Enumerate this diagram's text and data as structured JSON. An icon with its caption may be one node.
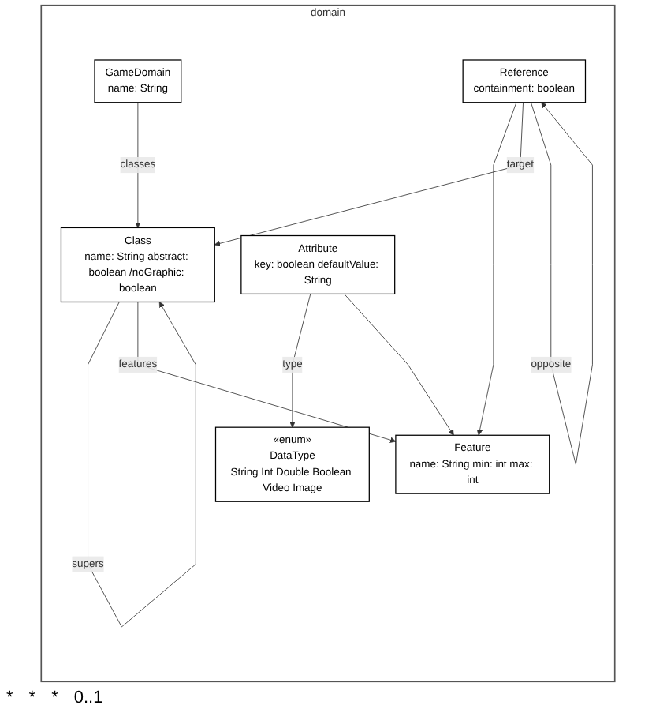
{
  "diagram": {
    "nodes": [
      {
        "text": [
          "domain"
        ]
      },
      {
        "text": [
          "GameDomain",
          "name: String"
        ],
        "in": 0
      },
      {
        "text": [
          "Class",
          "name: String abstract: boolean /noGraphic: boolean"
        ],
        "in": 0
      },
      {
        "text": [
          "«enum»",
          "DataType",
          "String Int Double Boolean Video Image"
        ],
        "in": 0
      },
      {
        "text": [
          "Feature",
          "name: String min: int max: int"
        ],
        "in": 0
      },
      {
        "text": [
          "Attribute",
          "key: boolean defaultValue: String"
        ],
        "in": 0
      },
      {
        "text": [
          "Reference",
          "containment: boolean"
        ],
        "in": 0
      }
    ],
    "edges": [
      {
        "from": 1,
        "to": 2,
        "arrow": "to",
        "label": "classes"
      },
      {
        "from": 2,
        "to": 2,
        "arrow": "to",
        "label": "supers"
      },
      {
        "from": 2,
        "to": 4,
        "arrow": "to",
        "label": "features"
      },
      {
        "from": 5,
        "to": 3,
        "arrow": "to",
        "label": "type"
      },
      {
        "from": 5,
        "to": 4,
        "arrow": "to"
      },
      {
        "from": 6,
        "to": 4,
        "arrow": "to"
      },
      {
        "from": 6,
        "to": 2,
        "arrow": "to",
        "label": "target"
      },
      {
        "from": 6,
        "to": 6,
        "arrow": "to",
        "label": "opposite"
      }
    ],
    "labels": [
      "*",
      "*",
      "*",
      "0..1"
    ]
  }
}
